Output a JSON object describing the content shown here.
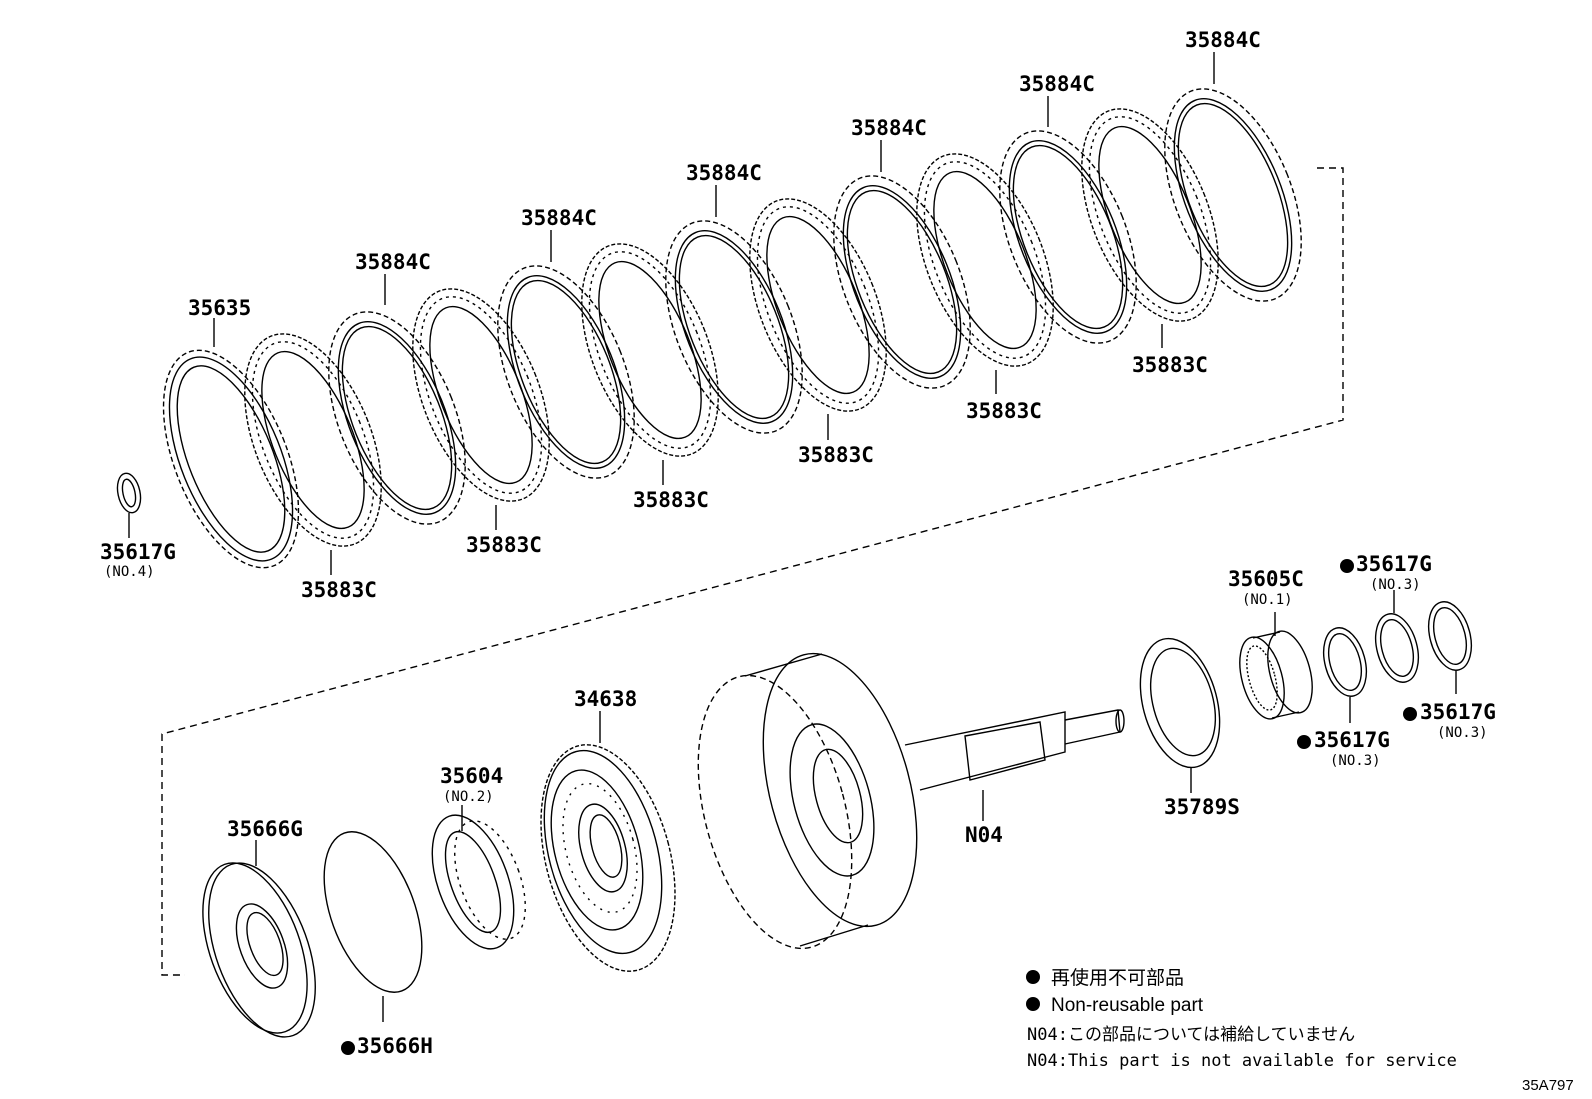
{
  "diagram_code": "35A797",
  "parts": {
    "p35635": "35635",
    "p35617G_no4": "35617G",
    "p35617G_no4_sub": "(NO.4)",
    "plate_c": "35883C",
    "disc_c": "35884C",
    "p35605C": "35605C",
    "p35605C_sub": "(NO.1)",
    "p35617G_a": "35617G",
    "p35617G_a_sub": "(NO.3)",
    "p35617G_b": "35617G",
    "p35617G_b_sub": "(NO.3)",
    "p35617G_c": "35617G",
    "p35617G_c_sub": "(NO.3)",
    "p35789S": "35789S",
    "pN04": "N04",
    "p34638": "34638",
    "p35604": "35604",
    "p35604_sub": "(NO.2)",
    "p35666G": "35666G",
    "p35666H": "35666H"
  },
  "legend": {
    "jp_nonreusable": "再使用不可部品",
    "en_nonreusable": "Non-reusable part",
    "jp_note": "N04:この部品については補給していません",
    "en_note": "N04:This part is not available for service"
  }
}
